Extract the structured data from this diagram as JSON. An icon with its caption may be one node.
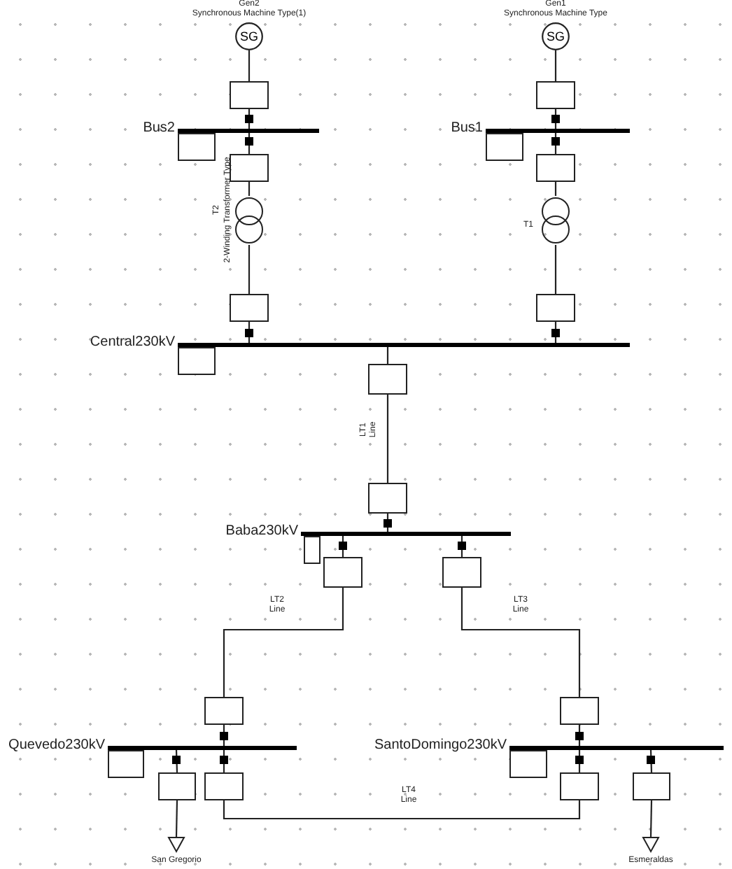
{
  "diagram": {
    "nodes": [
      {
        "text": [
          "SG"
        ],
        "beside": [
          "Gen2",
          "Synchronous Machine Type(1)"
        ]
      },
      {
        "text": [
          "SG"
        ],
        "beside": [
          "Gen1",
          "Synchronous Machine Type"
        ]
      },
      {
        "text": [],
        "shape": "box"
      },
      {
        "text": [],
        "shape": "box"
      },
      {
        "text": [],
        "shape": "bar",
        "beside": [
          "Bus2"
        ]
      },
      {
        "text": [],
        "shape": "bar",
        "beside": [
          "Bus1"
        ]
      },
      {
        "text": [],
        "shape": "box"
      },
      {
        "text": [],
        "shape": "box"
      },
      {
        "text": [],
        "shape": "box"
      },
      {
        "text": [],
        "shape": "box"
      },
      {
        "text": [],
        "shape": "circle",
        "beside": [
          "T2",
          "2-Winding Transformer Type"
        ]
      },
      {
        "text": [],
        "shape": "circle",
        "beside": [
          "T1"
        ]
      },
      {
        "text": [],
        "shape": "box"
      },
      {
        "text": [],
        "shape": "box"
      },
      {
        "text": [],
        "shape": "bar",
        "beside": [
          "Central230kV"
        ]
      },
      {
        "text": [],
        "shape": "box"
      },
      {
        "text": [],
        "shape": "box"
      },
      {
        "text": [],
        "shape": "box"
      },
      {
        "text": [],
        "shape": "bar",
        "beside": [
          "Baba230kV"
        ]
      },
      {
        "text": [],
        "shape": "box"
      },
      {
        "text": [],
        "shape": "box"
      },
      {
        "text": [],
        "shape": "box"
      },
      {
        "text": [],
        "shape": "box"
      },
      {
        "text": [],
        "shape": "box"
      },
      {
        "text": [],
        "shape": "bar",
        "beside": [
          "Quevedo230kV"
        ]
      },
      {
        "text": [],
        "shape": "box"
      },
      {
        "text": [],
        "shape": "box"
      },
      {
        "text": [],
        "shape": "box"
      },
      {
        "text": [],
        "shape": "bar",
        "beside": [
          "SantoDomingo230kV"
        ]
      },
      {
        "text": [],
        "shape": "box"
      },
      {
        "text": [],
        "shape": "box"
      },
      {
        "text": [],
        "shape": "box"
      },
      {
        "text": [],
        "shape": "triangle",
        "beside": [
          "San Gregorio"
        ]
      },
      {
        "text": [],
        "shape": "triangle",
        "beside": [
          "Esmeraldas"
        ]
      }
    ],
    "edges": [
      {
        "from": 0,
        "to": 2,
        "arrow": "none"
      },
      {
        "from": 2,
        "to": 4,
        "arrow": "none"
      },
      {
        "from": 4,
        "to": 8,
        "arrow": "none"
      },
      {
        "from": 8,
        "to": 10,
        "arrow": "none"
      },
      {
        "from": 10,
        "to": 12,
        "arrow": "none"
      },
      {
        "from": 12,
        "to": 14,
        "arrow": "none"
      },
      {
        "from": 1,
        "to": 3,
        "arrow": "none"
      },
      {
        "from": 3,
        "to": 5,
        "arrow": "none"
      },
      {
        "from": 5,
        "to": 9,
        "arrow": "none"
      },
      {
        "from": 9,
        "to": 11,
        "arrow": "none"
      },
      {
        "from": 11,
        "to": 13,
        "arrow": "none"
      },
      {
        "from": 13,
        "to": 14,
        "arrow": "none"
      },
      {
        "from": 14,
        "to": 16,
        "arrow": "none"
      },
      {
        "from": 16,
        "to": 17,
        "arrow": "none",
        "label": "LT1 Line"
      },
      {
        "from": 17,
        "to": 18,
        "arrow": "none"
      },
      {
        "from": 18,
        "to": 20,
        "arrow": "none"
      },
      {
        "from": 18,
        "to": 21,
        "arrow": "none"
      },
      {
        "from": 20,
        "to": 22,
        "arrow": "none",
        "label": "LT2 Line"
      },
      {
        "from": 21,
        "to": 23,
        "arrow": "none",
        "label": "LT3 Line"
      },
      {
        "from": 22,
        "to": 24,
        "arrow": "none"
      },
      {
        "from": 23,
        "to": 28,
        "arrow": "none"
      },
      {
        "from": 24,
        "to": 26,
        "arrow": "none"
      },
      {
        "from": 26,
        "to": 32,
        "arrow": "none"
      },
      {
        "from": 24,
        "to": 27,
        "arrow": "none"
      },
      {
        "from": 27,
        "to": 30,
        "arrow": "none",
        "label": "LT4 Line"
      },
      {
        "from": 28,
        "to": 30,
        "arrow": "none"
      },
      {
        "from": 28,
        "to": 31,
        "arrow": "none"
      },
      {
        "from": 31,
        "to": 33,
        "arrow": "none"
      }
    ]
  }
}
